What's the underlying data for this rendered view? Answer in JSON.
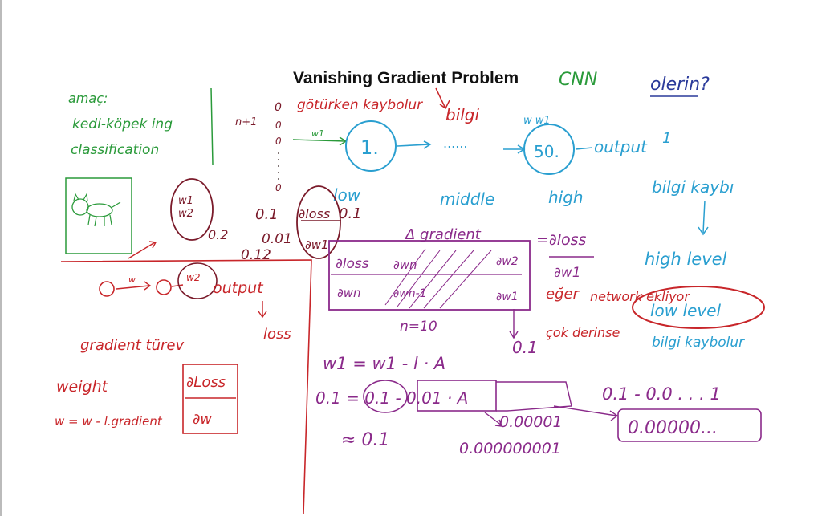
{
  "title": "Vanishing Gradient Problem",
  "top_notes": {
    "cnn": "CNN",
    "olerin": "olerin?",
    "goturken_kaybolur": "götürken kaybolur",
    "bilgi": "bilgi"
  },
  "amac": {
    "line1": "amaç:",
    "line2": "kedi-köpek ing",
    "line3": "classification"
  },
  "nplus1": "n+1",
  "network": {
    "node1": "1.",
    "node50": "50.",
    "dots": "......",
    "w_label": "w",
    "w_label2": "w w1",
    "output": "output"
  },
  "layer_labels": {
    "low": "low",
    "middle": "middle",
    "high": "high"
  },
  "right_notes": {
    "bilgi_kaybi": "bilgi kaybı",
    "high_level": "high level",
    "low_level": "low level",
    "network_eklinen": "network ekliyor",
    "eger": "eğer",
    "cok_derinse": "çok derinse",
    "bilgi_kaybolur": "bilgi kaybolur"
  },
  "weights": {
    "w1": "w1",
    "w2": "w2",
    "v01": "0.1",
    "v02": "0.2",
    "v001": "0.01",
    "v012": "0.12",
    "dloss": "∂loss",
    "dw1": "∂w1",
    "v01b": "0.1"
  },
  "gradient_box": {
    "heading": "Δ gradient",
    "dloss": "∂loss",
    "dwn": "∂wn",
    "dwn_top": "∂wn",
    "dwn1": "∂wn-1",
    "dw2": "∂w2",
    "dw1": "∂w1",
    "n10": "n=10",
    "v01": "0.1"
  },
  "dloss_dw1": {
    "num": "=∂loss",
    "den": "∂w1"
  },
  "small_net": {
    "zero1": "0",
    "zero2": "0",
    "w": "w",
    "output": "output",
    "loss": "loss"
  },
  "gradient_notes": {
    "gradient_turev": "gradient türev",
    "weight": "weight",
    "update": "w = w - l.gradient",
    "dloss_box_num": "∂Loss",
    "dloss_box_den": "∂w"
  },
  "equations": {
    "update": "w1 = w1 - l · A",
    "line2": "0.1 = 0.1 - 0.01 · A",
    "result1": "0.00001",
    "approx": "≈ 0.1",
    "result2": "0.000000001",
    "series": "0.1 - 0.0 . . . 1",
    "boxed": "0.00000..."
  }
}
